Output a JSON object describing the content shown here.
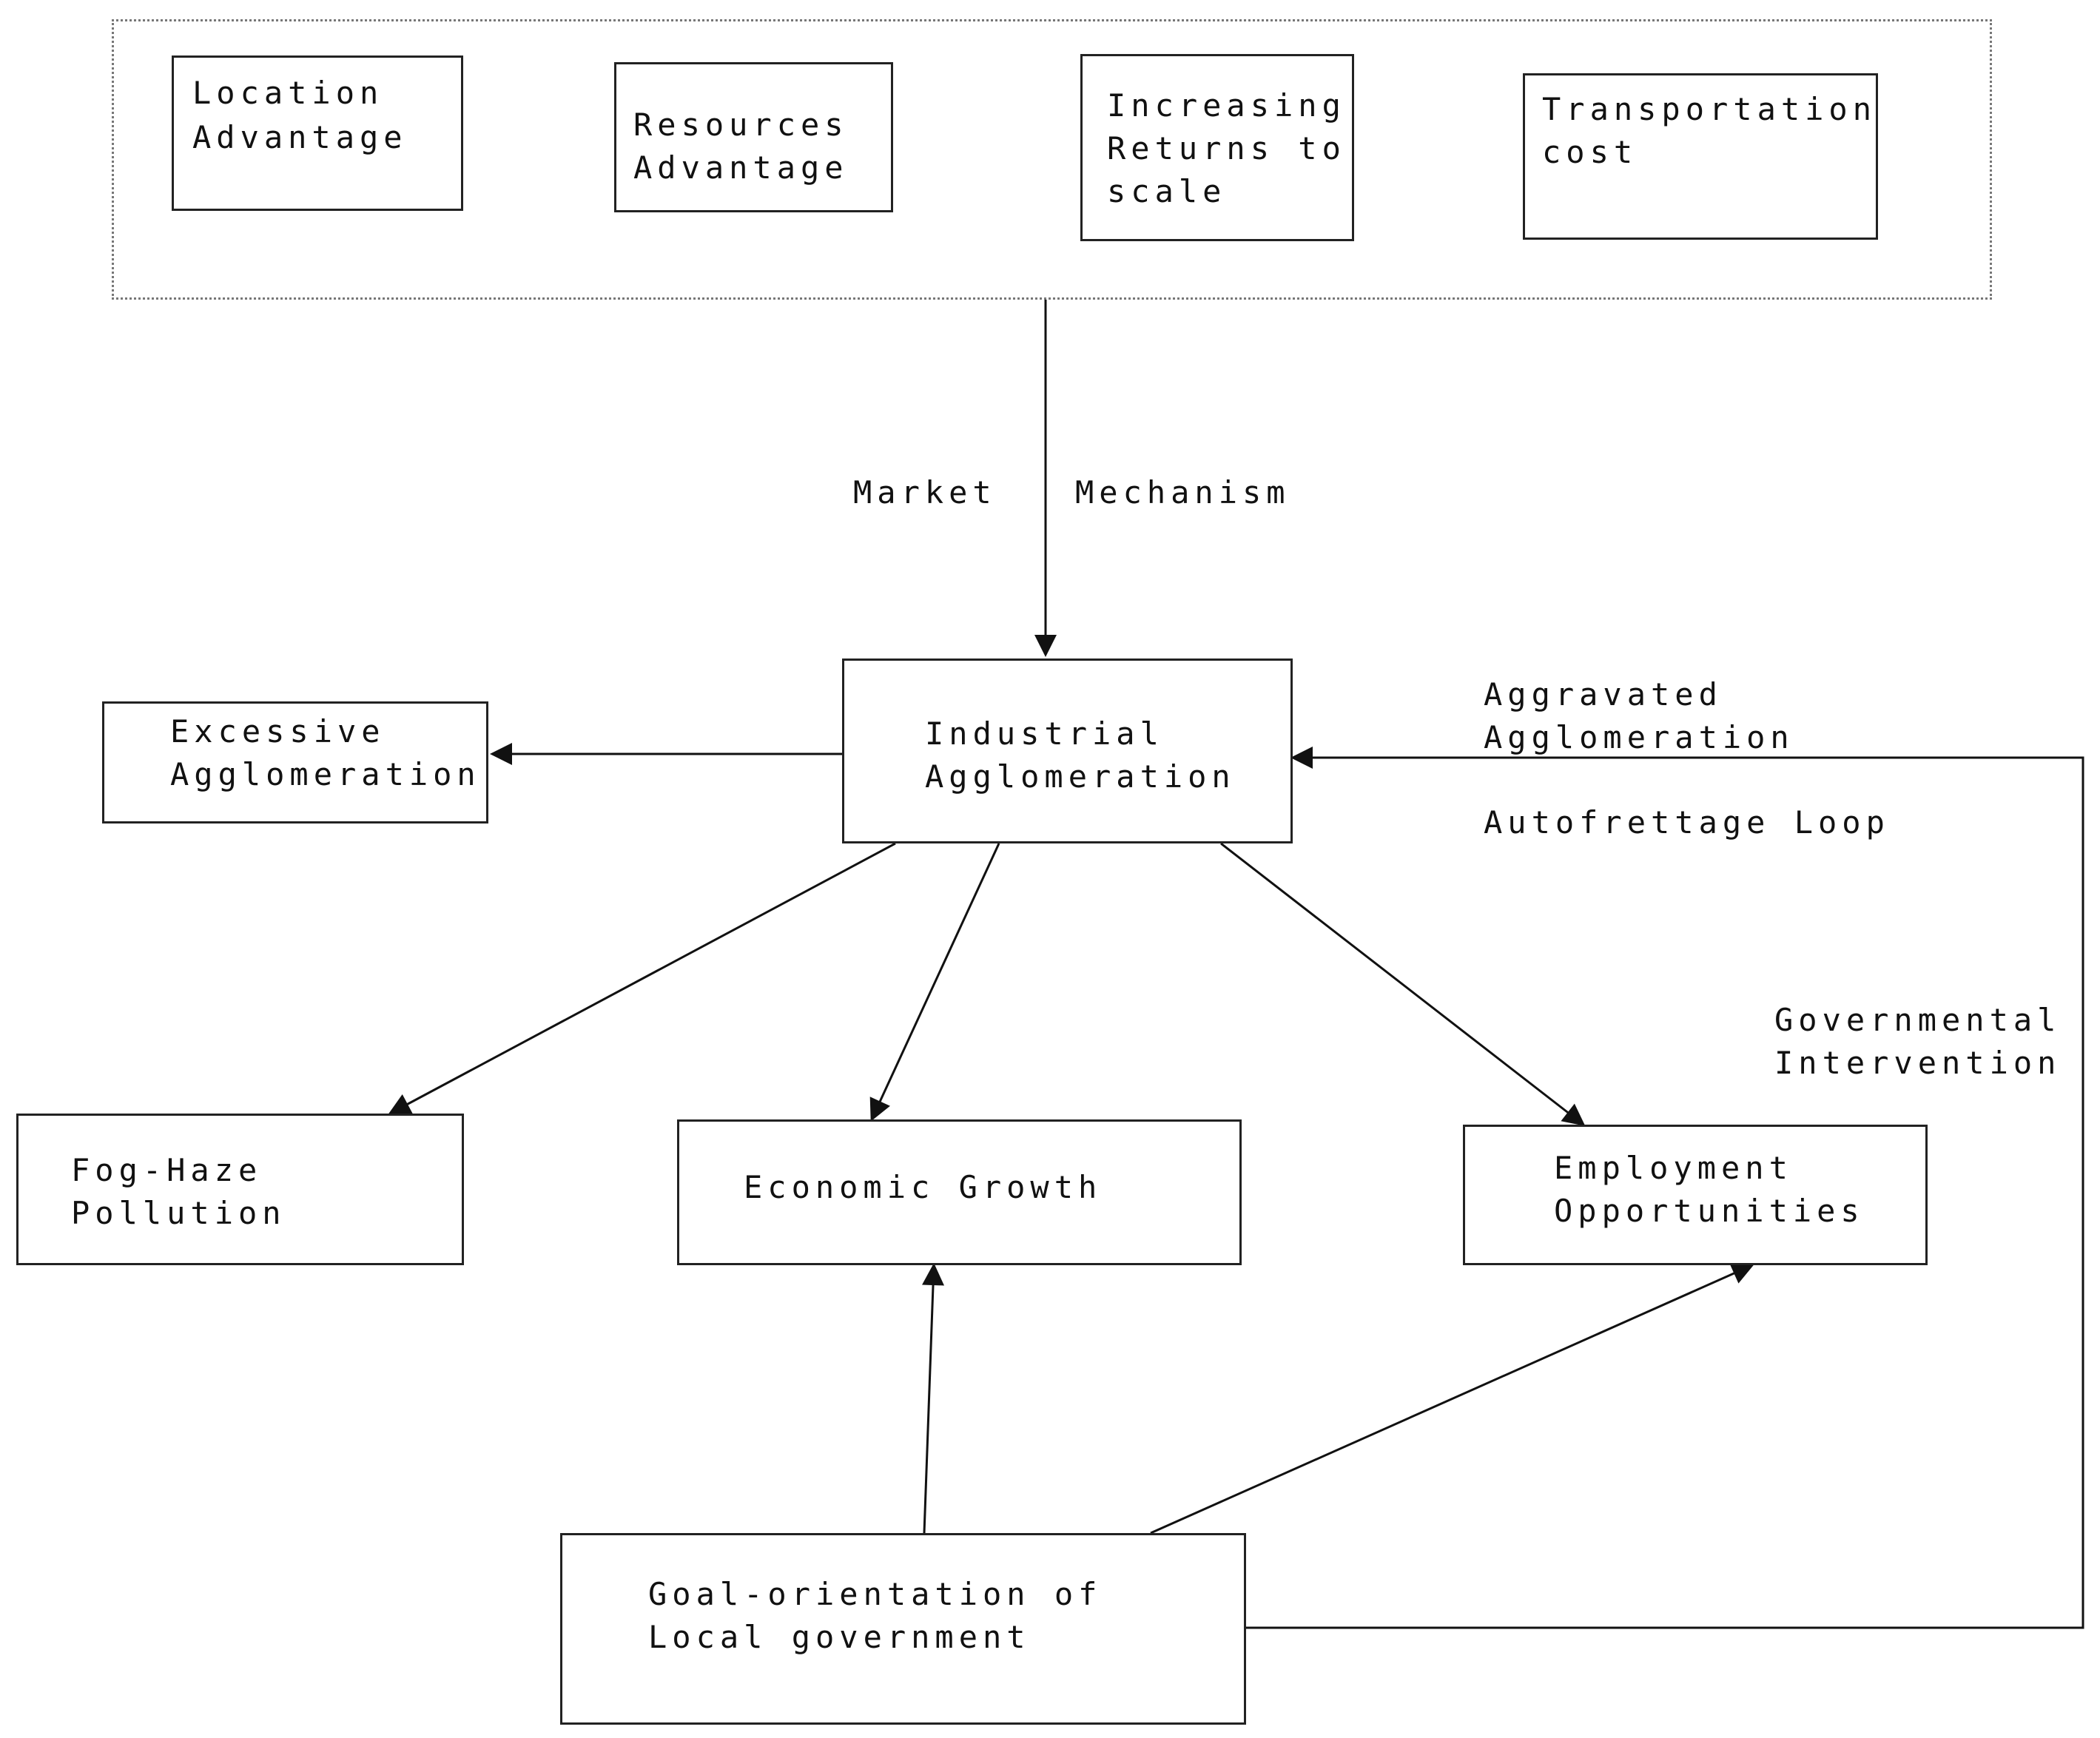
{
  "factors": {
    "location": [
      "Location",
      "Advantage"
    ],
    "resources": [
      "Resources",
      "Advantage"
    ],
    "returns": [
      "Increasing",
      "Returns to",
      "scale"
    ],
    "transport": [
      "Transportation",
      "cost"
    ]
  },
  "edge_labels": {
    "market_left": "Market",
    "market_right": "Mechanism",
    "aggravated": [
      "Aggravated",
      "Agglomeration"
    ],
    "autofrettage": "Autofrettage Loop",
    "governmental": [
      "Governmental",
      "Intervention"
    ]
  },
  "nodes": {
    "industrial": [
      "Industrial",
      "Agglomeration"
    ],
    "excessive": [
      "Excessive",
      "Agglomeration"
    ],
    "fog": [
      "Fog-Haze",
      "Pollution"
    ],
    "economic": "Economic Growth",
    "employment": [
      "Employment",
      "Opportunities"
    ],
    "goal": [
      "Goal-orientation of",
      "Local government"
    ]
  },
  "colors": {
    "stroke": "#222222",
    "text": "#111111",
    "group_border": "#777777",
    "background": "#ffffff"
  }
}
